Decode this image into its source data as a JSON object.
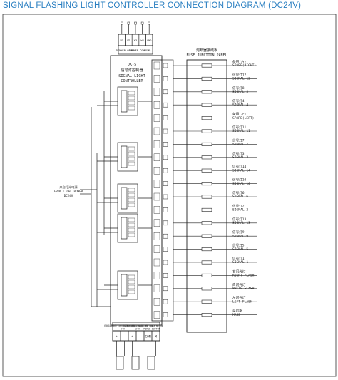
{
  "title": "SIGNAL FLASHING LIGHT CONTROLLER CONNECTION DIAGRAM (DC24V)",
  "controller": {
    "id": "DK-5",
    "name_cn": "信号灯控制器",
    "name_en_1": "SIGNAL LIGHT",
    "name_en_2": "CONTROLLER"
  },
  "panel": {
    "name_cn": "熔断器接线板",
    "name_en": "FUSE JUNCTION PANEL"
  },
  "outputs": [
    {
      "cn": "备用(右)",
      "en": "SPARE(RIGHT)"
    },
    {
      "cn": "信号灯12",
      "en": "SIGNAL 12"
    },
    {
      "cn": "信号灯8",
      "en": "SIGNAL 8"
    },
    {
      "cn": "信号灯4",
      "en": "SIGNAL 4"
    },
    {
      "cn": "备用(左)",
      "en": "SPARE(LEFT)"
    },
    {
      "cn": "信号灯11",
      "en": "SIGNAL 11"
    },
    {
      "cn": "信号灯7",
      "en": "SIGNAL 7"
    },
    {
      "cn": "信号灯3",
      "en": "SIGNAL 3"
    },
    {
      "cn": "信号灯14",
      "en": "SIGNAL 14"
    },
    {
      "cn": "信号灯10",
      "en": "SIGNAL 10"
    },
    {
      "cn": "信号灯6",
      "en": "SIGNAL 6"
    },
    {
      "cn": "信号灯2",
      "en": "SIGNAL 2"
    },
    {
      "cn": "信号灯13",
      "en": "SIGNAL 13"
    },
    {
      "cn": "信号灯9",
      "en": "SIGNAL 9"
    },
    {
      "cn": "信号灯5",
      "en": "SIGNAL 5"
    },
    {
      "cn": "信号灯1",
      "en": "SIGNAL 1"
    },
    {
      "cn": "右闪光灯",
      "en": "RIGHT FLASH"
    },
    {
      "cn": "白闪光灯",
      "en": "WHITE FLASH"
    },
    {
      "cn": "左闪光灯",
      "en": "LEFT FLASH"
    },
    {
      "cn": "莫尔斯",
      "en": "MRSE"
    }
  ],
  "top_inputs": {
    "terminals": [
      "W1",
      "W2",
      "W3",
      "W4",
      "GND"
    ],
    "labels": [
      "DIMMER COMM.1",
      "DIMMER COMM.2",
      "GND"
    ]
  },
  "left_input": {
    "cn": "来自灯光电源",
    "en_1": "FROM LIGHT POWER",
    "en_2": "DC24V"
  },
  "bottom": {
    "terminals": [
      "+",
      "-",
      "+",
      "-",
      "COM",
      "M"
    ],
    "labels": [
      "控制箱24V电源 CONTROL BOX POWER 24V",
      "控制箱24V电源 CONTROL BOX 24V",
      "莫尔斯键 MORSE BUTTON"
    ],
    "short": [
      "24V",
      "24V",
      "MORSE BUTTON"
    ]
  },
  "colors": {
    "title": "#2a7fc1",
    "line": "#222222"
  }
}
